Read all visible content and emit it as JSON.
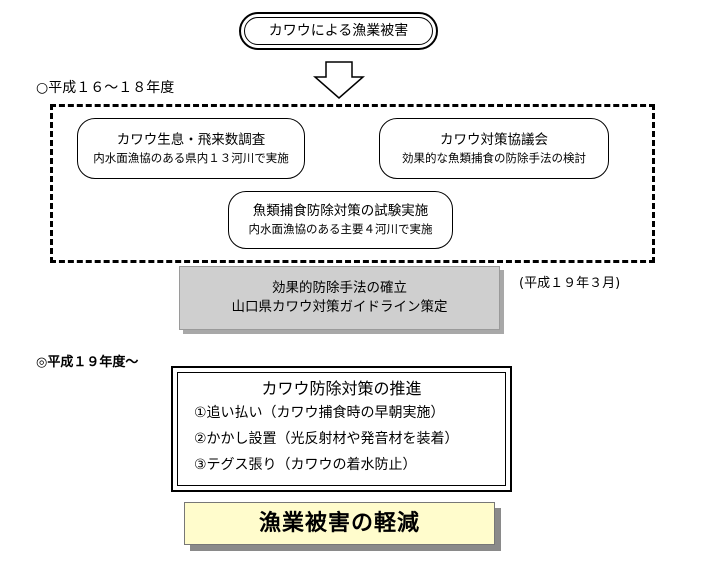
{
  "title": "カワウによる漁業被害",
  "period1": {
    "label": "○平成１６～１８年度"
  },
  "boxes": [
    {
      "line1": "カワウ生息・飛来数調査",
      "line2": "内水面漁協のある県内１３河川で実施"
    },
    {
      "line1": "カワウ対策協議会",
      "line2": "効果的な魚類捕食の防除手法の検討"
    },
    {
      "line1": "魚類捕食防除対策の試験実施",
      "line2": "内水面漁協のある主要４河川で実施"
    }
  ],
  "establish": {
    "line1": "効果的防除手法の確立",
    "line2": "山口県カワウ対策ガイドライン策定",
    "date": "(平成１９年３月)"
  },
  "period2": {
    "label": "◎平成１９年度～"
  },
  "promotion": {
    "heading": "カワウ防除対策の推進",
    "items": [
      "①追い払い（カワウ捕食時の早朝実施）",
      "②かかし設置（光反射材や発音材を装着）",
      "③テグス張り（カワウの着水防止）"
    ]
  },
  "result": "漁業被害の軽減",
  "colors": {
    "gray_box": "#cfcfcf",
    "result_fill": "#fffccc",
    "line": "#000000"
  }
}
